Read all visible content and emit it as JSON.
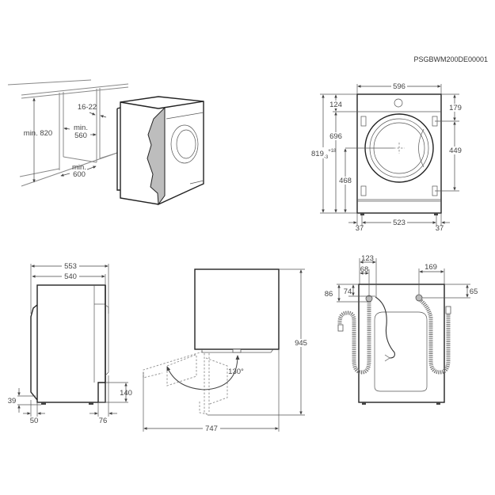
{
  "document_code": "PSGBWM200DE00001",
  "views": {
    "installation": {
      "labels": {
        "cabinet_height": "min. 820",
        "panel_thickness": "16-22",
        "niche_width_line1": "min.",
        "niche_width_line2": "560",
        "niche_depth_line1": "min.",
        "niche_depth_line2": "600"
      }
    },
    "front": {
      "labels": {
        "width": "596",
        "top_panel": "124",
        "top_to_hinge": "179",
        "door_height": "696",
        "hinge_spacing": "449",
        "total_height_base": "819",
        "total_height_sub": "-3",
        "total_height_sup": "+18",
        "door_center_height": "468",
        "foot_left": "37",
        "foot_spacing": "523",
        "foot_right": "37"
      }
    },
    "side": {
      "labels": {
        "total_depth": "553",
        "body_depth": "540",
        "base_recess": "39",
        "front_offset": "50",
        "rear_offset": "76",
        "rear_plinth": "140"
      }
    },
    "top": {
      "labels": {
        "height": "945",
        "door_angle": "130°",
        "door_open_depth": "747"
      }
    },
    "rear": {
      "labels": {
        "outlet_offset": "123",
        "inlet_offset": "68",
        "hose_height_left": "86",
        "inlet_height": "74",
        "drain_offset": "169",
        "drain_height": "65"
      }
    }
  }
}
